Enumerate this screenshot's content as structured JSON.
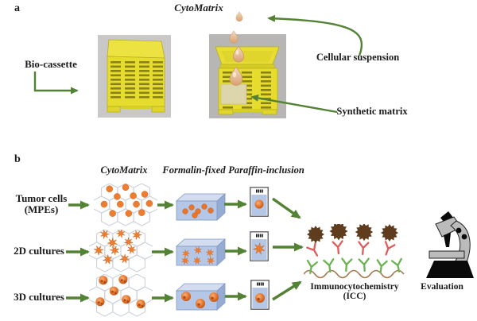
{
  "panel_a": {
    "label": "a",
    "title": "CytoMatrix",
    "bio_cassette_label": "Bio-cassette",
    "cellular_suspension_label": "Cellular suspension",
    "synthetic_matrix_label": "Synthetic matrix"
  },
  "panel_b": {
    "label": "b",
    "column_headers": [
      "CytoMatrix",
      "Formalin-fixed",
      "Paraffin-inclusion"
    ],
    "rows": [
      {
        "label": "Tumor cells",
        "sublabel": "(MPEs)"
      },
      {
        "label": "2D cultures",
        "sublabel": ""
      },
      {
        "label": "3D cultures",
        "sublabel": ""
      }
    ],
    "icc_label": "Immunocytochemistry (ICC)",
    "evaluation_label": "Evaluation"
  },
  "colors": {
    "arrow_green": "#548235",
    "cell_orange": "#ED7D31",
    "formalin_blue": "#B4C7E7",
    "cassette_yellow": "#E6DC2E",
    "antigen_brown": "#5E3C1D",
    "antibody_red": "#E05C5C",
    "antibody_green": "#6BB250",
    "droplet_tan": "#DFAF85"
  }
}
